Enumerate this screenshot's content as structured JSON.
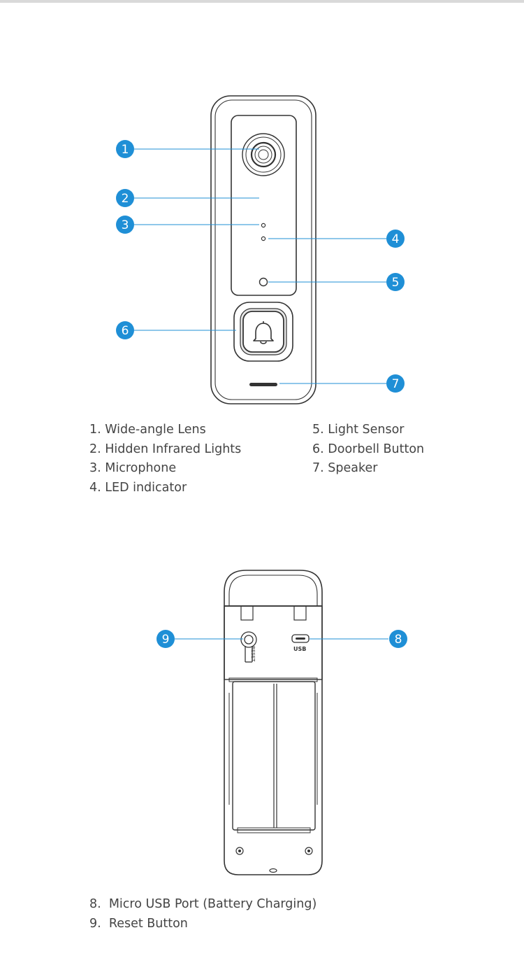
{
  "colors": {
    "accent": "#1f8fd6",
    "outline": "#333333",
    "text": "#444444"
  },
  "front_view": {
    "icons": [
      "camera-lens-icon",
      "bell-icon"
    ],
    "callouts": [
      {
        "number": "1",
        "label": "1. Wide-angle Lens"
      },
      {
        "number": "2",
        "label": "2. Hidden Infrared Lights"
      },
      {
        "number": "3",
        "label": "3. Microphone"
      },
      {
        "number": "4",
        "label": "4. LED indicator"
      },
      {
        "number": "5",
        "label": "5. Light Sensor"
      },
      {
        "number": "6",
        "label": "6. Doorbell Button"
      },
      {
        "number": "7",
        "label": "7. Speaker"
      }
    ]
  },
  "back_view": {
    "reset_label": "RESET",
    "usb_label": "USB",
    "callouts": [
      {
        "number": "8",
        "label": "8.  Micro USB Port (Battery Charging)"
      },
      {
        "number": "9",
        "label": "9.  Reset Button"
      }
    ]
  }
}
